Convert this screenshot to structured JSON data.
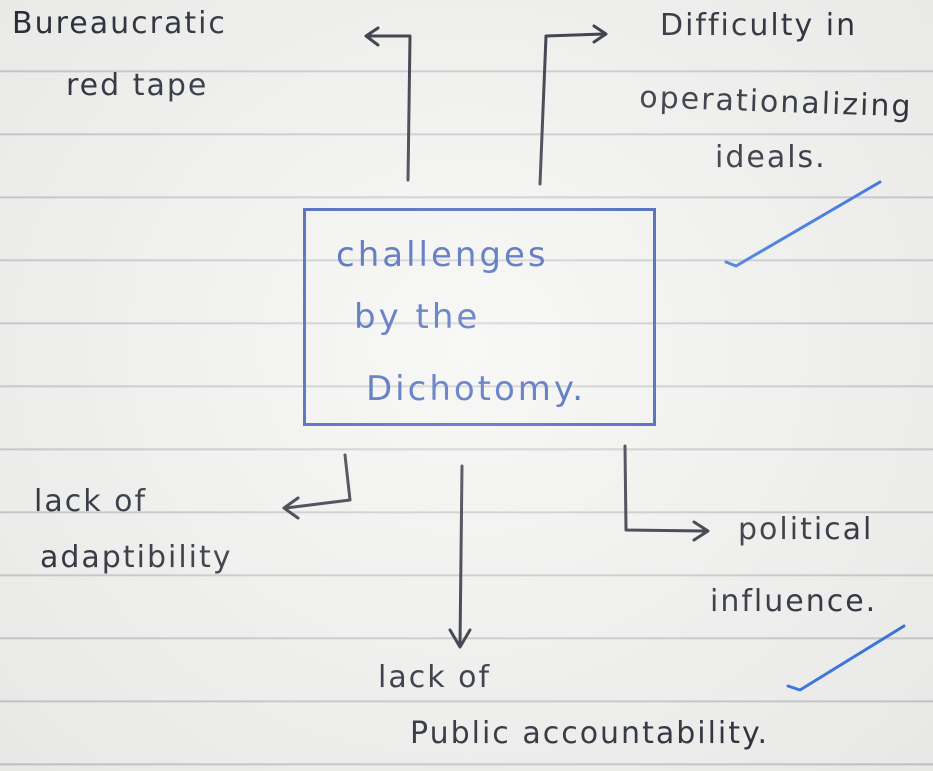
{
  "notes": {
    "top_left": "Bureaucratic red tape",
    "top_left_line1": "Bureaucratic",
    "top_left_line2": "red tape",
    "top_right_line1": "Difficulty in",
    "top_right_line2": "operationalizing",
    "top_right_line3": "ideals.",
    "center_line1": "challenges",
    "center_line2": "by the",
    "center_line3": "Dichotomy.",
    "bottom_left_line1": "lack of",
    "bottom_left_line2": "adaptibility",
    "bottom_center_line1": "lack of",
    "bottom_center_line2": "Public accountability.",
    "right_line1": "political",
    "right_line2": "influence."
  },
  "colors": {
    "ink": "#1f2430",
    "blue_ink": "#2b4fb0",
    "check": "#2f6fe0",
    "ruling": "#b9bbbf"
  }
}
